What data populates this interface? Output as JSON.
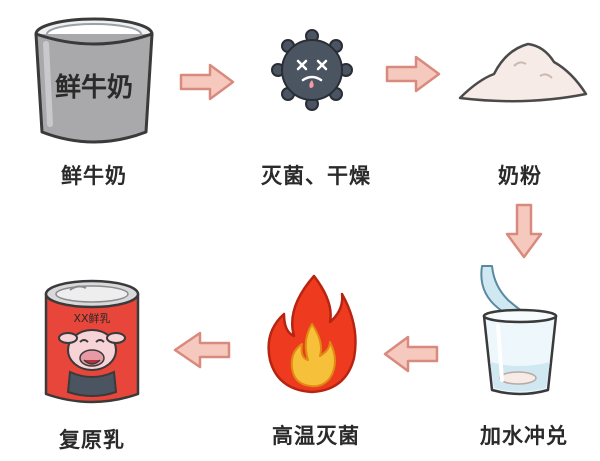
{
  "steps": {
    "fresh_milk": {
      "label": "鲜牛奶",
      "can_text": "鲜牛奶"
    },
    "sterilize_dry": {
      "label": "灭菌、干燥"
    },
    "milk_powder": {
      "label": "奶粉"
    },
    "add_water": {
      "label": "加水冲兑"
    },
    "high_temp_sterilize": {
      "label": "高温灭菌"
    },
    "reconstituted_milk": {
      "label": "复原乳",
      "can_text": "XX鲜乳"
    }
  },
  "colors": {
    "arrow_fill": "#f6c9bf",
    "arrow_stroke": "#d98a7e",
    "can_gray": "#a9a9ab",
    "germ": "#4b5562",
    "powder": "#f6ebe6",
    "can_red": "#e8463b",
    "flame_outer": "#ee3b1f",
    "flame_inner": "#f6c03a",
    "water": "#cfe8f2"
  }
}
